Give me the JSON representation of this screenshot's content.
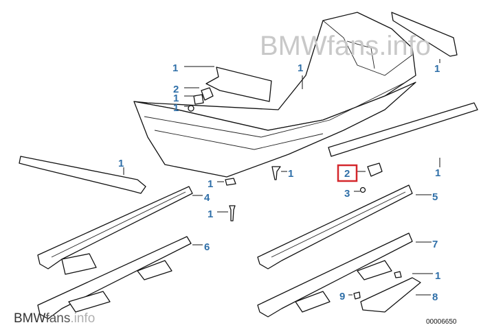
{
  "watermark_top": "BMWfans.info",
  "watermark_bottom": {
    "brand": "BMW",
    "rest": "fans",
    "suffix": ".info"
  },
  "diagram_code": "00006650",
  "highlight_color": "#d4262b",
  "label_color": "#2f6fa8",
  "callouts": [
    "1",
    "1",
    "1",
    "2",
    "1",
    "1",
    "1",
    "1",
    "1",
    "1",
    "2",
    "3",
    "4",
    "5",
    "1",
    "6",
    "7",
    "1",
    "9",
    "8"
  ],
  "highlighted_callout": "2"
}
